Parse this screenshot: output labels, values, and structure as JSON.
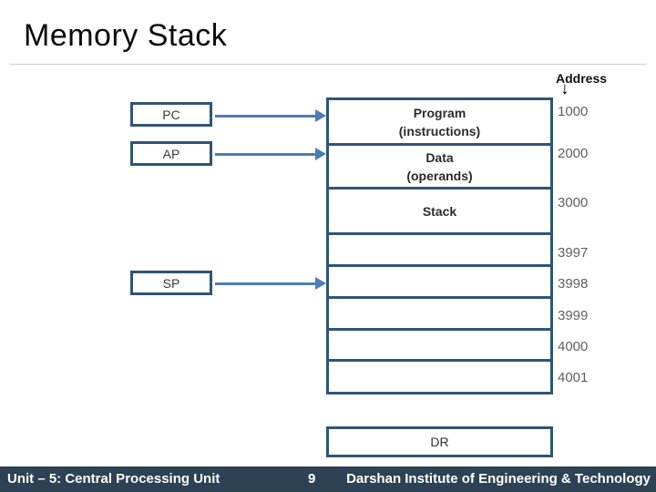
{
  "slide": {
    "title": "Memory Stack"
  },
  "diagram": {
    "address_header": "Address",
    "down_arrow_glyph": "↓",
    "registers": [
      {
        "label": "PC"
      },
      {
        "label": "AP"
      },
      {
        "label": "SP"
      }
    ],
    "memory": {
      "rows": [
        {
          "line1": "Program",
          "line2": "(instructions)",
          "address": "1000"
        },
        {
          "line1": "Data",
          "line2": "(operands)",
          "address": "2000"
        },
        {
          "line1": "Stack",
          "line2": "",
          "address": "3000"
        },
        {
          "line1": "",
          "line2": "",
          "address": "3997"
        },
        {
          "line1": "",
          "line2": "",
          "address": "3998"
        },
        {
          "line1": "",
          "line2": "",
          "address": "3999"
        },
        {
          "line1": "",
          "line2": "",
          "address": "4000"
        },
        {
          "line1": "",
          "line2": "",
          "address": "4001"
        }
      ]
    },
    "dr_label": "DR"
  },
  "footer": {
    "unit_text": "Unit – 5: Central Processing Unit",
    "page_number": "9",
    "institute_text": "Darshan Institute of Engineering & Technology"
  },
  "colors": {
    "box_border": "#2F5479",
    "arrow": "#4C7EB5",
    "footer_background": "#2D4254",
    "address_text": "#5F5F5F"
  }
}
